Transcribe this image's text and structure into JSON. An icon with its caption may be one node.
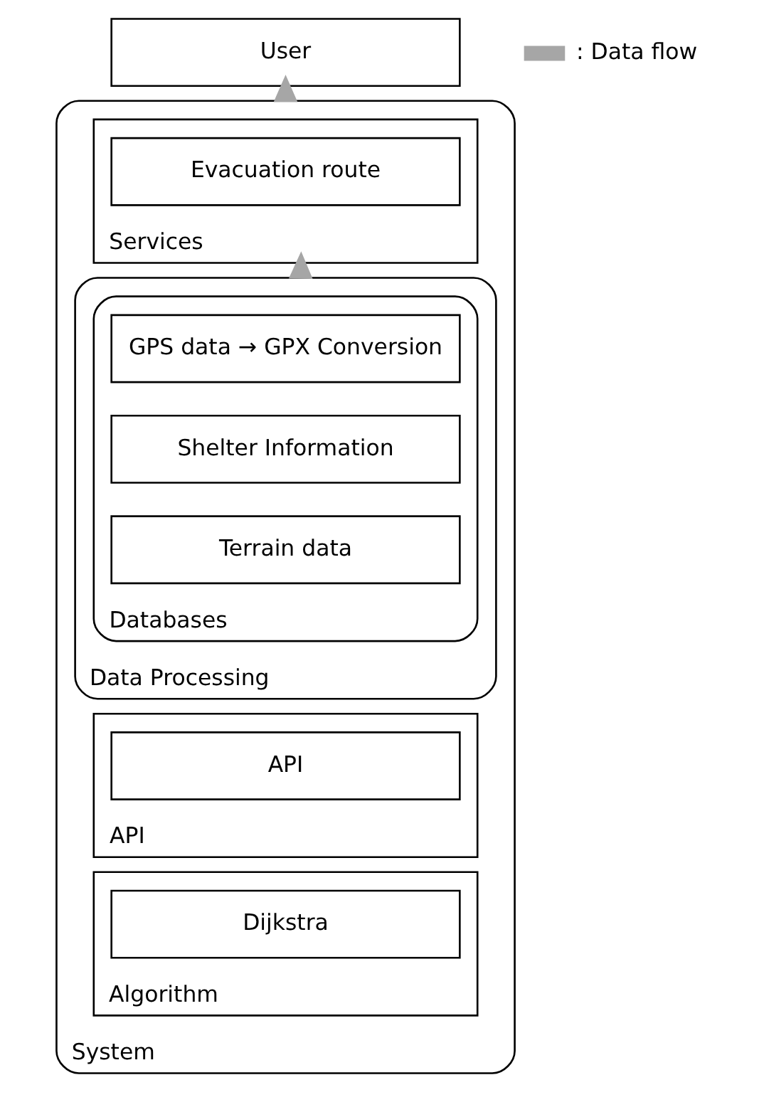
{
  "diagram": {
    "nodes": [
      {
        "text": [
          "User"
        ]
      },
      {
        "text": [
          "System"
        ]
      },
      {
        "text": [
          "Services"
        ],
        "in": 1
      },
      {
        "text": [
          "Evacuation route"
        ],
        "in": 2
      },
      {
        "text": [
          "Data Processing"
        ],
        "in": 1
      },
      {
        "text": [
          "Databases"
        ],
        "in": 4
      },
      {
        "text": [
          "GPS data → GPX Conversion"
        ],
        "in": 5
      },
      {
        "text": [
          "Shelter Information"
        ],
        "in": 5
      },
      {
        "text": [
          "Terrain data"
        ],
        "in": 5
      },
      {
        "text": [
          "API"
        ],
        "in": 1
      },
      {
        "text": [
          "API"
        ],
        "in": 9
      },
      {
        "text": [
          "Algorithm"
        ],
        "in": 1
      },
      {
        "text": [
          "Dijkstra"
        ],
        "in": 11
      }
    ],
    "edges": [
      {
        "from": 4,
        "to": 2,
        "arrow": "to",
        "style": "thick",
        "color": "#a6a6a6"
      },
      {
        "from": 1,
        "to": 0,
        "arrow": "to",
        "style": "thick",
        "color": "#a6a6a6"
      }
    ],
    "legend": [
      {
        "text": ": Data flow"
      }
    ]
  }
}
